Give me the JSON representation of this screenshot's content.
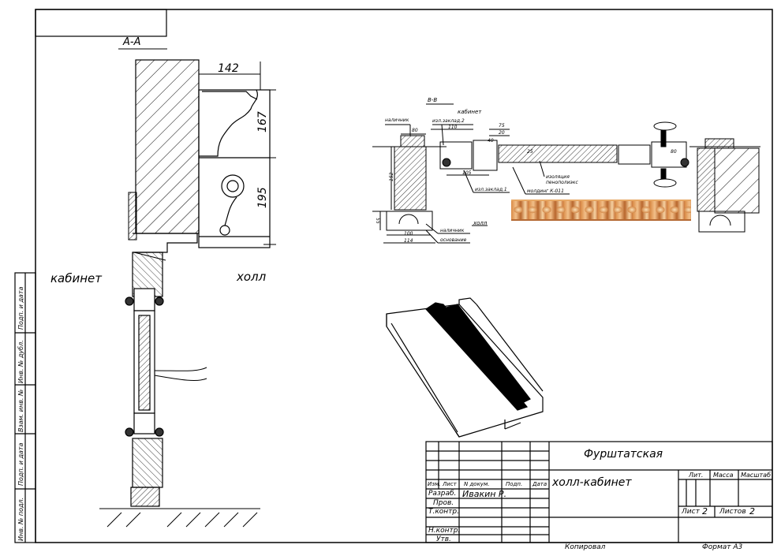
{
  "drawing": {
    "section_label": "А-А",
    "dim_width_1": "142",
    "dim_height_1": "167",
    "dim_height_2": "195",
    "room_left": "кабинет",
    "room_right": "холл"
  },
  "plan": {
    "section_label": "В-В",
    "room_top": "кабинет",
    "room_bottom": "холл",
    "callout_nalichnik_top": "наличник",
    "callout_glass_top": "изл.заклад.2",
    "callout_profile_1": "изл.заклад.1",
    "callout_molding": "молдинг  К-011",
    "callout_insulation_1": "изоляция",
    "callout_insulation_2": "пенополиэкс",
    "callout_nalichnik_bottom": "наличник",
    "callout_base": "основание",
    "dim_80": "80",
    "dim_110": "110",
    "dim_75": "75",
    "dim_20": "20",
    "dim_105": "105",
    "dim_152": "152",
    "dim_55": "55",
    "dim_100": "100",
    "dim_114": "114",
    "dim_40": "40",
    "dim_25": "25",
    "dim_80b": "80"
  },
  "side_stamp": {
    "podp_date_1": "Подп. и дата",
    "inv_dubl": "Инв. № дубл.",
    "vzam_inv": "Взам. инв. №",
    "podp_date_2": "Подп. и дата",
    "inv_podl": "Инв. № подл."
  },
  "title_block": {
    "title": "Фурштатская",
    "name": "холл-кабинет",
    "col_izm": "Изм.",
    "col_list": "Лист",
    "col_ndok": "N  докум.",
    "col_podp": "Подп.",
    "col_data": "Дата",
    "row_razrab": "Разраб.",
    "razrab_name": "Ивакин Р.",
    "row_prov": "Пров.",
    "row_tkontr": "Т.контр.",
    "row_nkontr": "Н.контр.",
    "row_utv": "Утв.",
    "lit": "Лит.",
    "massa": "Масса",
    "masshtab": "Масштаб",
    "sheet_label": "Лист",
    "sheet_value": "2",
    "sheets_label": "Листов",
    "sheets_value": "2",
    "copied": "Копировал",
    "format": "Формат  А3"
  }
}
